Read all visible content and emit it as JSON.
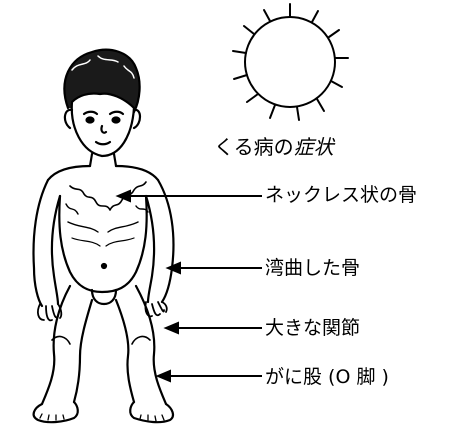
{
  "title": {
    "main": "くる病の",
    "emphasis": "症状"
  },
  "labels": [
    "ネックレス状の骨",
    "湾曲した骨",
    "大きな関節",
    "がに股 (O 脚 )"
  ]
}
